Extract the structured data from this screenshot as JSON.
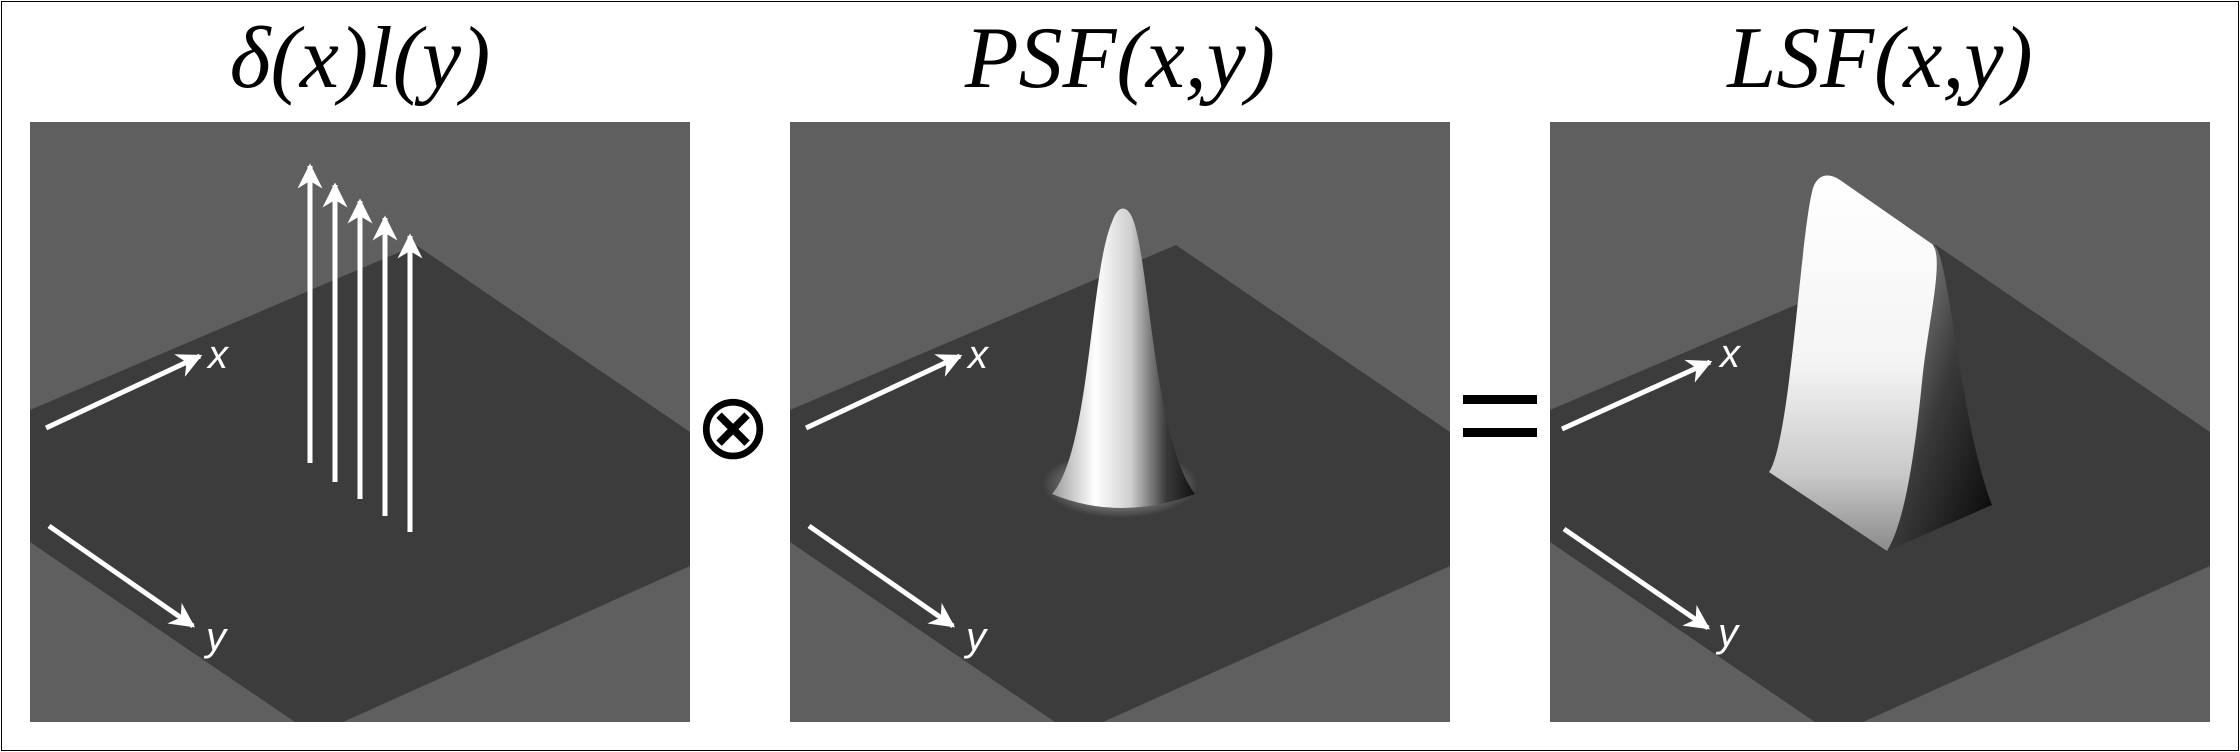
{
  "panels": [
    {
      "title": "δ(x)l(y)",
      "x_label": "x",
      "y_label": "y"
    },
    {
      "title": "PSF(x,y)",
      "x_label": "x",
      "y_label": "y"
    },
    {
      "title": "LSF(x,y)",
      "x_label": "x",
      "y_label": "y"
    }
  ],
  "operators": {
    "convolution": "⊗",
    "equals": "="
  },
  "colors": {
    "background": "#5f5f5f",
    "plane": "#3c3c3c",
    "arrow": "#ffffff"
  }
}
